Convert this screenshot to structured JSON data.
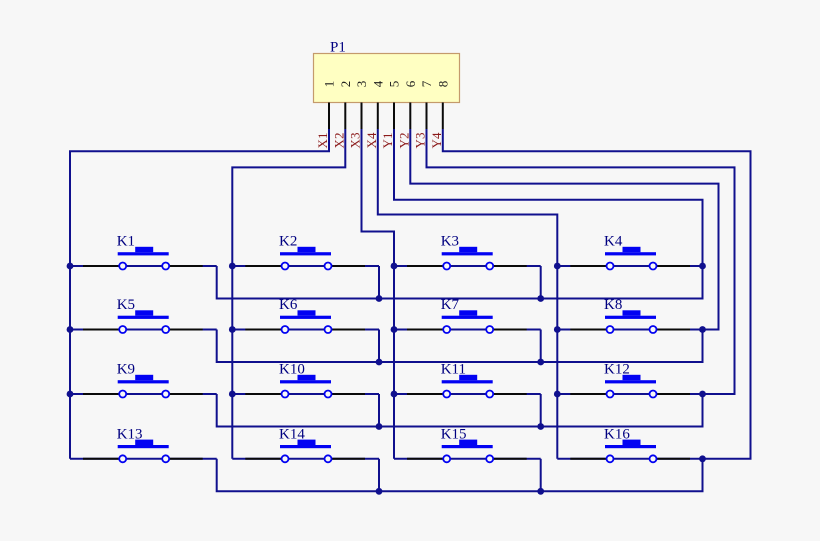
{
  "schematic": {
    "connector": {
      "designator": "P1",
      "pins": [
        "1",
        "2",
        "3",
        "4",
        "5",
        "6",
        "7",
        "8"
      ],
      "nets": [
        "X1",
        "X2",
        "X3",
        "X4",
        "Y1",
        "Y2",
        "Y3",
        "Y4"
      ]
    },
    "buttons": [
      "K1",
      "K2",
      "K3",
      "K4",
      "K5",
      "K6",
      "K7",
      "K8",
      "K9",
      "K10",
      "K11",
      "K12",
      "K13",
      "K14",
      "K15",
      "K16"
    ],
    "colors": {
      "background": "#f7f7f7",
      "wire": "#10108e",
      "component": "#0202f2",
      "designator_text": "#000080",
      "net_label_text": "#8b1a1a",
      "pin_number_text": "#1a1a1a",
      "lead": "#0a0a0a",
      "connector_fill": "#ffffc2",
      "connector_border": "#c49a6c"
    }
  }
}
